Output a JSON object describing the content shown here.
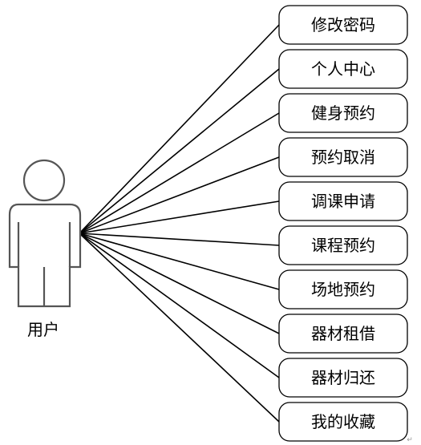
{
  "actor": {
    "label": "用户",
    "icon": "person-icon"
  },
  "use_cases": [
    {
      "id": "change-password",
      "label": "修改密码"
    },
    {
      "id": "personal-center",
      "label": "个人中心"
    },
    {
      "id": "fitness-booking",
      "label": "健身预约"
    },
    {
      "id": "cancel-booking",
      "label": "预约取消"
    },
    {
      "id": "class-change-request",
      "label": "调课申请"
    },
    {
      "id": "course-booking",
      "label": "课程预约"
    },
    {
      "id": "venue-booking",
      "label": "场地预约"
    },
    {
      "id": "equipment-rental",
      "label": "器材租借"
    },
    {
      "id": "equipment-return",
      "label": "器材归还"
    },
    {
      "id": "my-favorites",
      "label": "我的收藏"
    }
  ],
  "paragraph_mark": "↵"
}
